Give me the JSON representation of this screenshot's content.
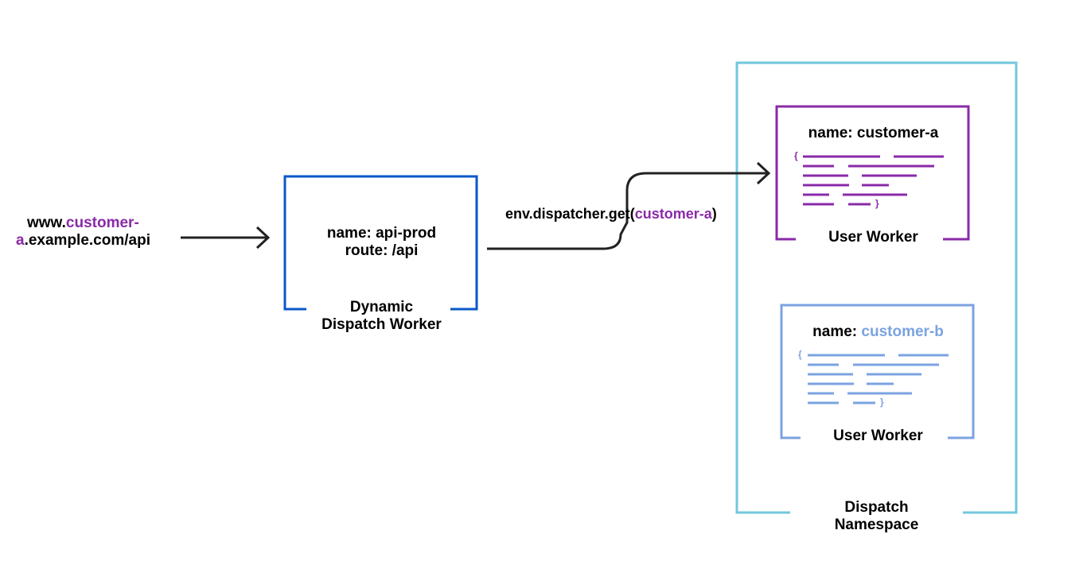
{
  "colors": {
    "dispatch_worker_border": "#0a57c9",
    "namespace_border": "#72c7dc",
    "customer_a": "#8a2aa8",
    "customer_b": "#7ba3e0",
    "arrow": "#222222"
  },
  "request": {
    "url_prefix": "www.",
    "url_highlight_line1": "customer-",
    "url_highlight_line2": "a",
    "url_suffix": ".example.com/api"
  },
  "dispatch_worker": {
    "name_line": "name: api-prod",
    "route_line": "route: /api",
    "caption_line1": "Dynamic",
    "caption_line2": "Dispatch Worker"
  },
  "dispatch_call": {
    "prefix": "env.dispatcher.get(",
    "argument": "customer-a",
    "suffix": ")"
  },
  "namespace": {
    "caption_line1": "Dispatch",
    "caption_line2": "Namespace"
  },
  "user_worker_a": {
    "name_label": "name: customer-a",
    "caption": "User Worker",
    "code_icon": "code-lines-icon",
    "brace_open": "{",
    "brace_close": "}"
  },
  "user_worker_b": {
    "name_prefix": "name: ",
    "name_value": "customer-b",
    "caption": "User Worker",
    "code_icon": "code-lines-icon",
    "brace_open": "{",
    "brace_close": "}"
  }
}
